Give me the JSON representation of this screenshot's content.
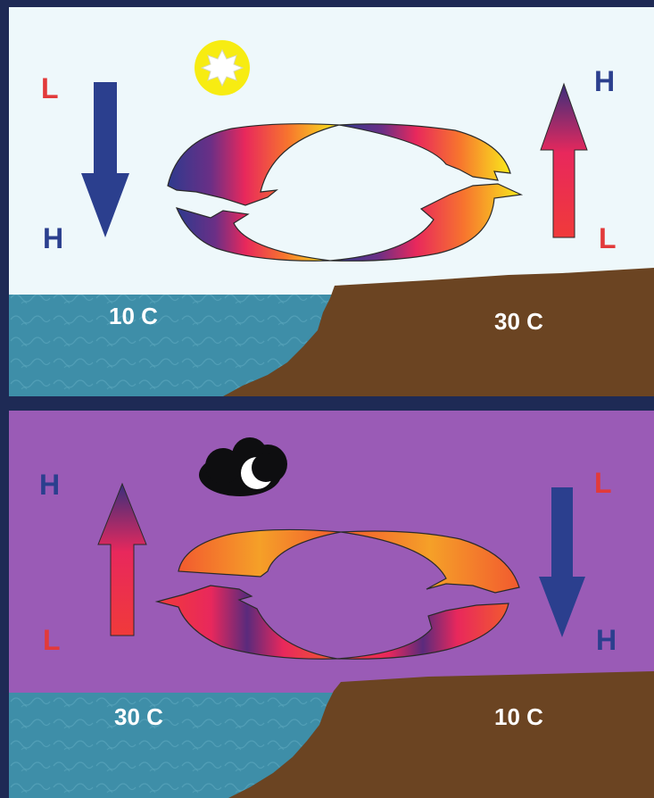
{
  "day": {
    "left_top_letter": "L",
    "left_bottom_letter": "H",
    "right_top_letter": "H",
    "right_bottom_letter": "L",
    "sea_temperature": "10 C",
    "land_temperature": "30 C",
    "sky_icon": "sun-icon",
    "colors": {
      "sky": "#eef8fb",
      "sea": "#3e8ea8",
      "land": "#6b4422"
    }
  },
  "night": {
    "left_top_letter": "H",
    "left_bottom_letter": "L",
    "right_top_letter": "L",
    "right_bottom_letter": "H",
    "sea_temperature": "30 C",
    "land_temperature": "10 C",
    "sky_icon": "moon-cloud-icon",
    "colors": {
      "sky": "#9a5bb6",
      "sea": "#3e8ea8",
      "land": "#6b4422"
    }
  },
  "colors": {
    "high": "#2b3f8e",
    "low": "#e23a3a",
    "warm": "#f6e21a",
    "cool": "#2b3f8e"
  }
}
